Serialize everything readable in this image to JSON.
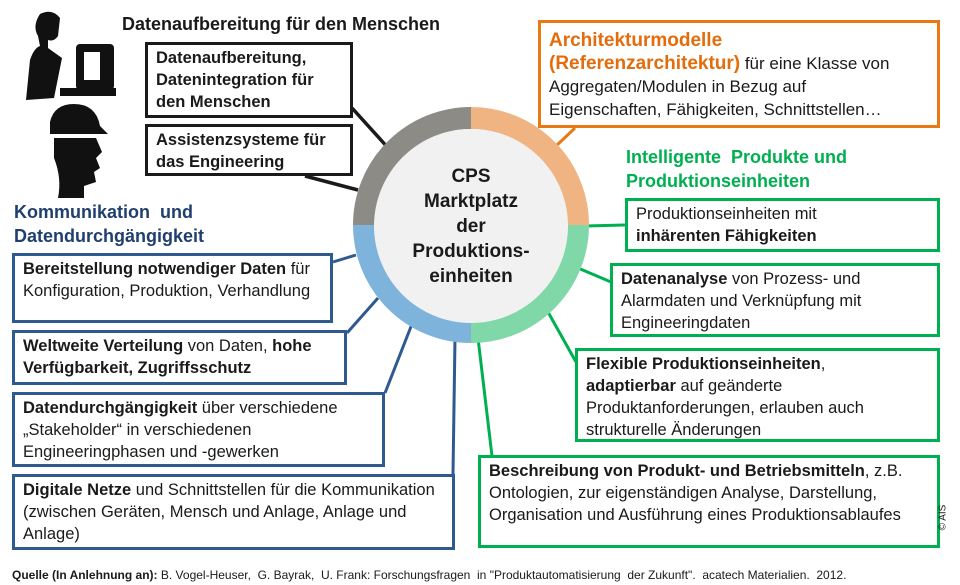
{
  "human": {
    "title": "Datenaufbereitung für den Menschen",
    "box1": "Datenaufbereitung, Datenintegration für den Menschen",
    "box2": "Assistenzsysteme für das Engineering"
  },
  "center": {
    "l1": "CPS",
    "l2": "Marktplatz",
    "l3": "der",
    "l4": "Produktions-",
    "l5": "einheiten"
  },
  "arch": {
    "title1": "Architekturmodelle",
    "title2": "(Referenzarchitektur)",
    "text1": " für eine Klasse von",
    "text2": "Aggregaten/Modulen in Bezug auf",
    "text3": "Eigenschaften, Fähigkeiten, Schnittstellen…"
  },
  "products": {
    "title1": "Intelligente  Produkte und",
    "title2": "Produktionseinheiten",
    "b1a": "Produktionseinheiten mit",
    "b1b": "inhärenten Fähigkeiten",
    "b2a": "Datenanalyse",
    "b2b": " von Prozess- und Alarmdaten und Verknüpfung mit Engineeringdaten",
    "b3a": "Flexible Produktionseinheiten",
    "b3b": ", ",
    "b3c": "adaptierbar",
    "b3d": " auf geänderte Produktanforderungen, erlauben auch strukturelle Änderungen",
    "b4a": "Beschreibung von Produkt- und Betriebsmitteln",
    "b4b": ", z.B. Ontologien, zur eigenständigen Analyse, Darstellung, Organisation und Ausführung eines Produktionsablaufes"
  },
  "comm": {
    "title1": "Kommunikation  und",
    "title2": "Datendurchgängigkeit",
    "b1a": "Bereitstellung notwendiger Daten",
    "b1b": " für Konfiguration, Produktion, Verhandlung",
    "b2a": "Weltweite Verteilung",
    "b2b": " von Daten, ",
    "b2c": "hohe Verfügbarkeit, Zugriffsschutz",
    "b3a": "Datendurchgängigkeit",
    "b3b": " über verschiedene „Stakeholder“ in verschiedenen Engineeringphasen und -gewerken",
    "b4a": "Digitale Netze",
    "b4b": " und Schnittstellen für die Kommunikation (zwischen Geräten, Mensch und Anlage, Anlage und Anlage)"
  },
  "footer": {
    "label": "Quelle (In Anlehnung an):",
    "text": " B. Vogel-Heuser,  G. Bayrak,  U. Frank: Forschungsfragen  in \"Produktautomatisierung  der Zukunft\".  acatech Materialien.  2012."
  },
  "copyright": "© AIS",
  "colors": {
    "gray": "#8c8b86",
    "orange": "#f0b482",
    "green": "#80d8a8",
    "blue": "#7eb3dc",
    "blue_title": "#1f3f6e",
    "green_title": "#00b050",
    "orange_title": "#e46c0a"
  }
}
